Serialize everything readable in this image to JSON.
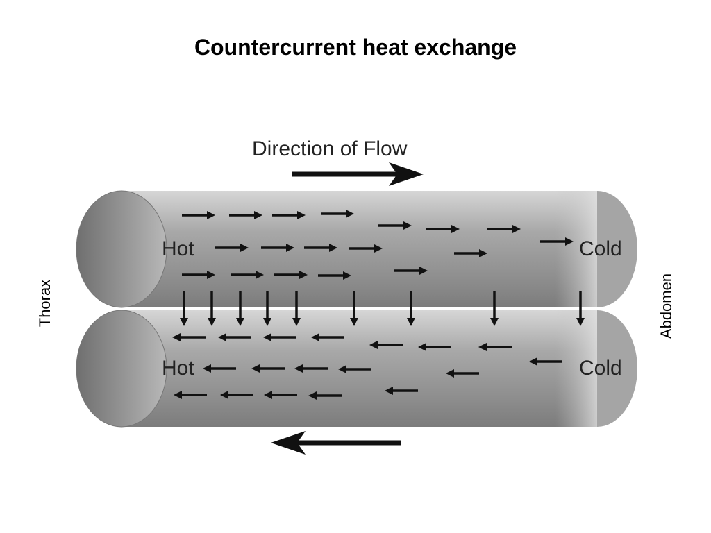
{
  "title": "Countercurrent heat exchange",
  "left_label": "Thorax",
  "right_label": "Abdomen",
  "flow_label": "Direction of Flow",
  "top_vessel": {
    "left_label": "Hot",
    "right_label": "Cold",
    "direction": "right"
  },
  "bottom_vessel": {
    "left_label": "Hot",
    "right_label": "Cold",
    "direction": "left"
  },
  "colors": {
    "vessel": "#9a9a9a",
    "arrow": "#111111",
    "background": "#ffffff"
  }
}
